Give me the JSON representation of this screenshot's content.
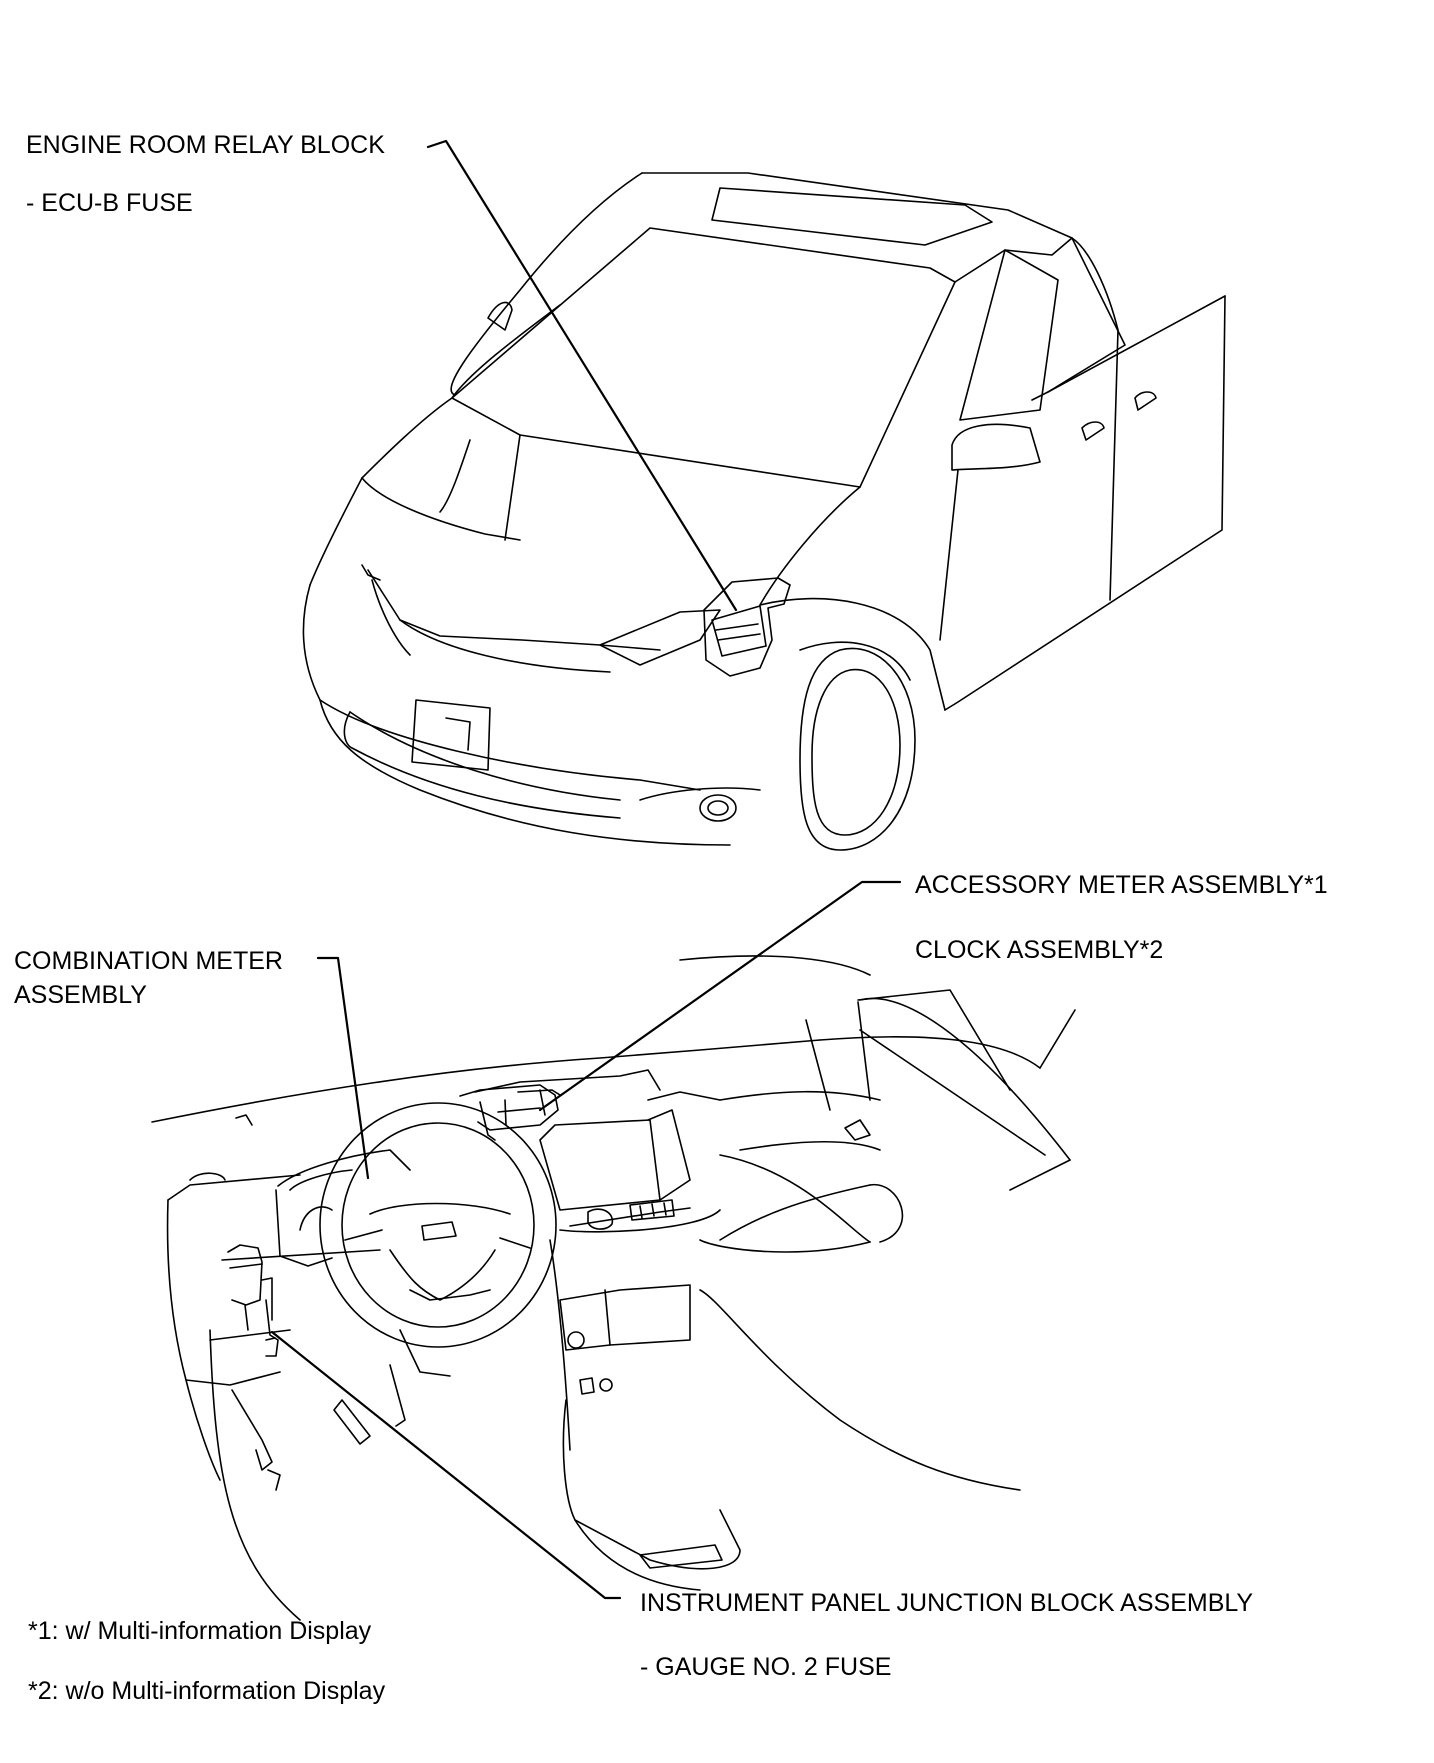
{
  "labels": {
    "engine_room_relay_block": "ENGINE ROOM RELAY BLOCK",
    "ecu_b_fuse": "- ECU-B FUSE",
    "accessory_meter_assembly": "ACCESSORY METER ASSEMBLY*1",
    "clock_assembly": "CLOCK ASSEMBLY*2",
    "combination_meter_line1": "COMBINATION METER",
    "combination_meter_line2": "ASSEMBLY",
    "instrument_panel_jb": "INSTRUMENT PANEL JUNCTION BLOCK ASSEMBLY",
    "gauge_no2_fuse": "- GAUGE NO. 2 FUSE"
  },
  "footnotes": {
    "note1": "*1: w/ Multi-information Display",
    "note2": "*2: w/o Multi-information Display"
  },
  "colors": {
    "ink": "#000000",
    "background": "#ffffff"
  }
}
